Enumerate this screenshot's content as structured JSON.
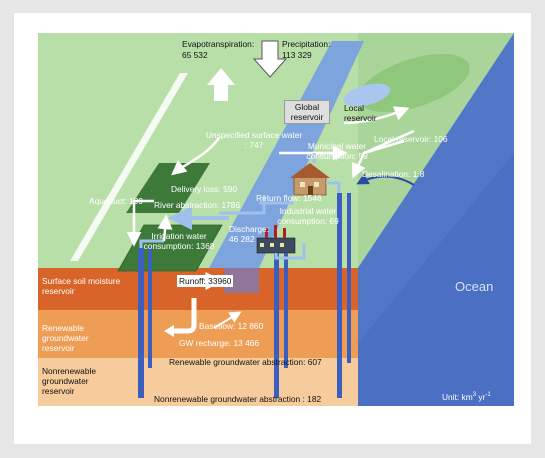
{
  "labels": {
    "evapotranspiration": "Evapotranspiration:",
    "evapotranspiration_value": "65 532",
    "precipitation": "Precipitation:",
    "precipitation_value": "113 329",
    "global_reservoir": "Global reservoir",
    "local_reservoir": "Local reservoir",
    "unspecified_surface_water": "Unspecified surface water : 747",
    "local_reservoir_flow": "Local reservoir: 106",
    "municipal_water_consumption": "Municipal water consumption: 59",
    "delivery_loss": "Delivery loss: 590",
    "desalination": "Desalination: 1.8",
    "aqueduct": "Aqueduct: 199",
    "river_abstraction": "River abstraction: 1786",
    "return_flow": "Return flow: 1546",
    "industrial_water_consumption": "Industrial water consumption: 69",
    "discharge": "Discharge: 46 282",
    "irrigation_water_consumption": "Irrigation water consumption: 1368",
    "ocean": "Ocean",
    "surface_soil_moisture_reservoir": "Surface soil moisture reservoir",
    "runoff": "Runoff: 33960",
    "renewable_groundwater_reservoir": "Renewable groundwater reservoir",
    "baseflow": "Baseflow: 12 860",
    "gw_recharge": "GW recharge: 13 466",
    "renewable_groundwater_abstraction": "Renewable groundwater abstraction: 607",
    "nonrenewable_groundwater_reservoir": "Nonrenewable groundwater reservoir",
    "nonrenewable_groundwater_abstraction": "Nonrenewable groundwater abstraction : 182",
    "unit_prefix": "Unit: km",
    "unit_sup1": "3",
    "unit_mid": " yr",
    "unit_sup2": "-1"
  },
  "colors": {
    "page_background": "#e6e6e6",
    "land_surface": "#b9dfa8",
    "ocean_top": "#8bb2e4",
    "ocean_front": "#4b6fc2",
    "river": "#7ea4dd",
    "field": "#3d7a3a",
    "soil_layer": "#d9642a",
    "renewable_gw_layer": "#ee9d55",
    "nonrenewable_gw_layer": "#f6cc9c",
    "flow_arrow": "#2a4aa8"
  }
}
